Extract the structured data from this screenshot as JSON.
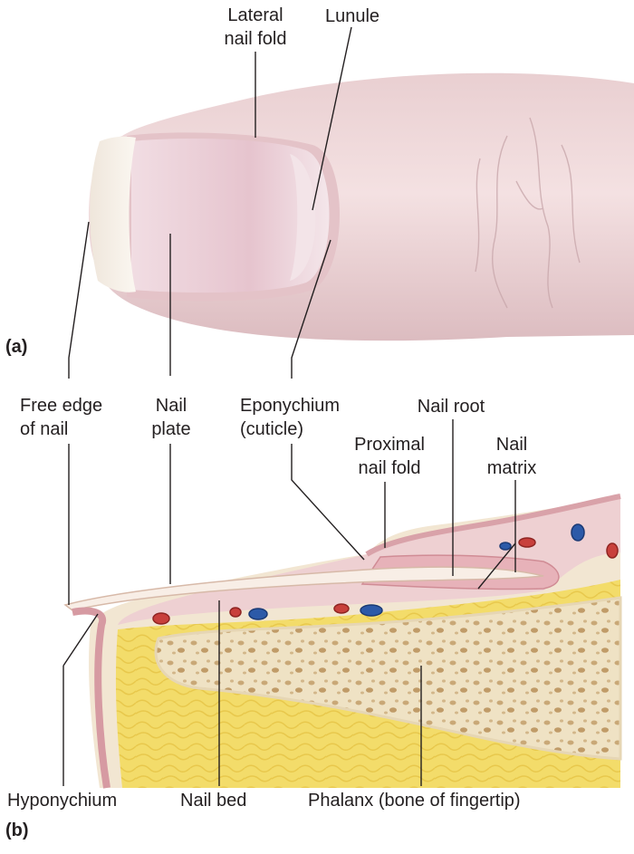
{
  "panels": {
    "a": "(a)",
    "b": "(b)"
  },
  "labels": {
    "lateral_nail_fold": [
      "Lateral",
      "nail fold"
    ],
    "lunule": "Lunule",
    "free_edge": [
      "Free edge",
      "of nail"
    ],
    "nail_plate": [
      "Nail",
      "plate"
    ],
    "eponychium": [
      "Eponychium",
      "(cuticle)"
    ],
    "nail_root": "Nail root",
    "proximal_nail_fold": [
      "Proximal",
      "nail fold"
    ],
    "nail_matrix": [
      "Nail",
      "matrix"
    ],
    "hyponychium": "Hyponychium",
    "nail_bed": "Nail bed",
    "phalanx": "Phalanx (bone of fingertip)"
  },
  "colors": {
    "skin": "#f1dcdd",
    "skin_shadow": "#dcbcc0",
    "nail": "#ead0d8",
    "nail_edge": "#f7f1ea",
    "fat": "#f3dc6a",
    "bone": "#efe2c4",
    "tissue": "#e8b8be",
    "artery": "#c8403c",
    "vein": "#2c5aa8"
  }
}
